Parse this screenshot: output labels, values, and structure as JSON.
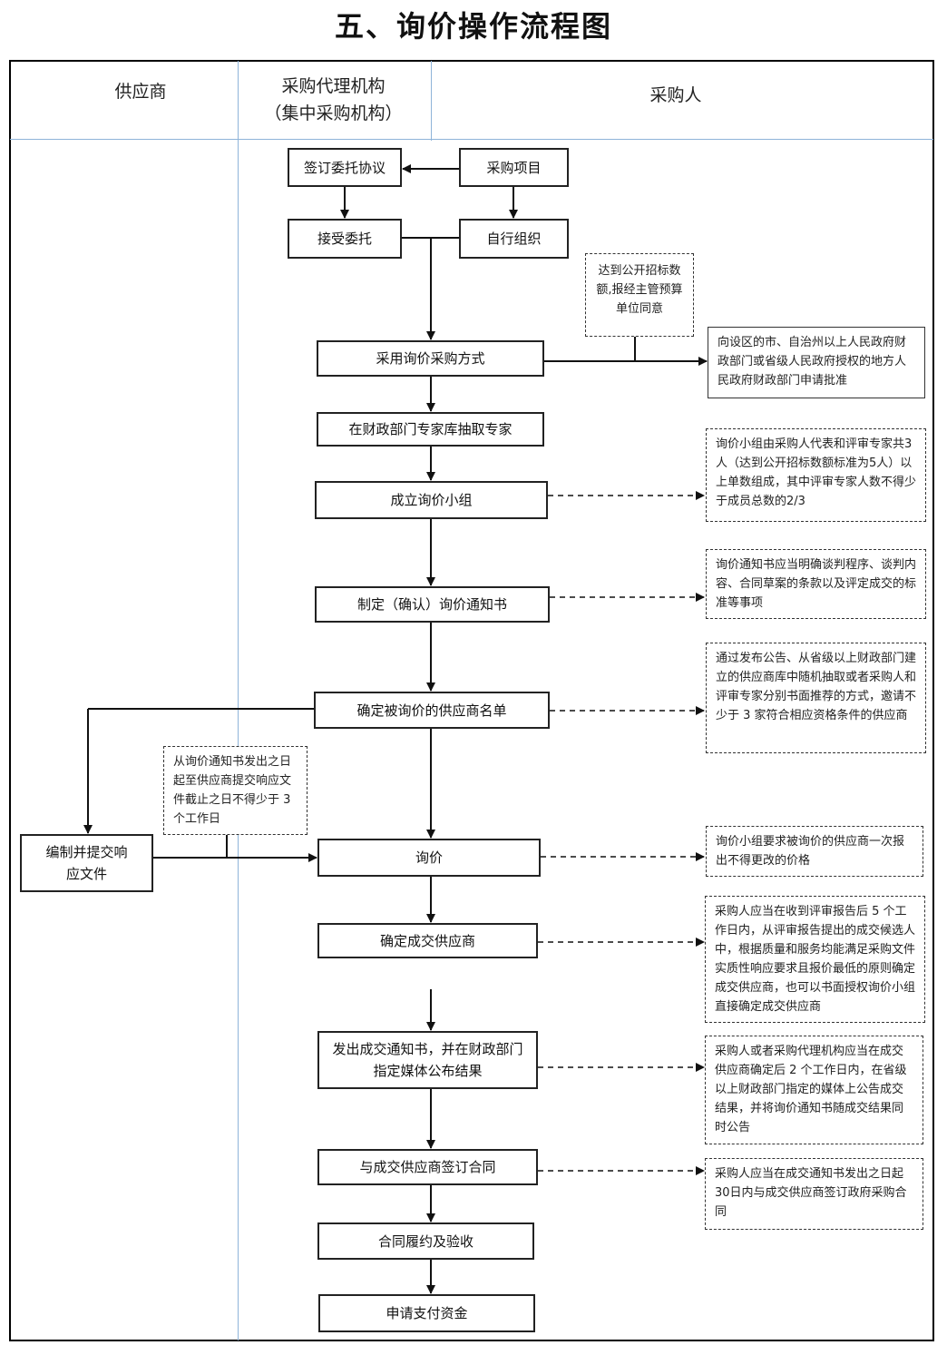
{
  "title": "五、询价操作流程图",
  "lanes": {
    "supplier": "供应商",
    "agency_line1": "采购代理机构",
    "agency_line2": "（集中采购机构）",
    "purchaser": "采购人"
  },
  "steps": {
    "sign_agreement": "签订委托协议",
    "project": "采购项目",
    "accept_commission": "接受委托",
    "self_organize": "自行组织",
    "use_inquiry": "采用询价采购方式",
    "draw_experts": "在财政部门专家库抽取专家",
    "form_group": "成立询价小组",
    "make_notice": "制定（确认）询价通知书",
    "confirm_suppliers": "确定被询价的供应商名单",
    "prepare_response": "编制并提交响应文件",
    "inquiry": "询价",
    "determine_winner": "确定成交供应商",
    "issue_notice": "发出成交通知书，并在财政部门指定媒体公布结果",
    "sign_contract": "与成交供应商签订合同",
    "perform_accept": "合同履约及验收",
    "apply_payment": "申请支付资金"
  },
  "notes": {
    "threshold": "达到公开招标数额,报经主管预算单位同意",
    "approval": "向设区的市、自治州以上人民政府财政部门或省级人民政府授权的地方人民政府财政部门申请批准",
    "group_composition": "询价小组由采购人代表和评审专家共3人（达到公开招标数额标准为5人）以上单数组成，其中评审专家人数不得少于成员总数的2/3",
    "notice_content": "询价通知书应当明确谈判程序、谈判内容、合同草案的条款以及评定成交的标准等事项",
    "supplier_selection": "通过发布公告、从省级以上财政部门建立的供应商库中随机抽取或者采购人和评审专家分别书面推荐的方式，邀请不少于 3 家符合相应资格条件的供应商",
    "response_period": "从询价通知书发出之日起至供应商提交响应文件截止之日不得少于 3 个工作日",
    "one_time_price": "询价小组要求被询价的供应商一次报出不得更改的价格",
    "winner_rule": "采购人应当在收到评审报告后 5 个工作日内，从评审报告提出的成交候选人中，根据质量和服务均能满足采购文件实质性响应要求且报价最低的原则确定成交供应商，也可以书面授权询价小组直接确定成交供应商",
    "announce_rule": "采购人或者采购代理机构应当在成交供应商确定后 2 个工作日内，在省级以上财政部门指定的媒体上公告成交结果，并将询价通知书随成交结果同时公告",
    "contract_rule": "采购人应当在成交通知书发出之日起30日内与成交供应商签订政府采购合同"
  }
}
